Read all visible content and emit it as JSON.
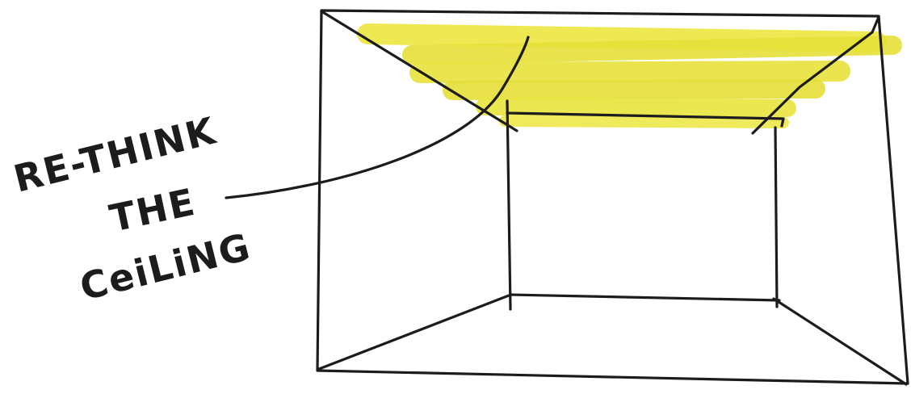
{
  "annotation": {
    "lines": [
      "RE-THINK",
      "THE",
      "CeiLiNG"
    ]
  },
  "colors": {
    "ink": "#1c1c1c",
    "highlight": "#e6e23a",
    "background": "#ffffff"
  }
}
